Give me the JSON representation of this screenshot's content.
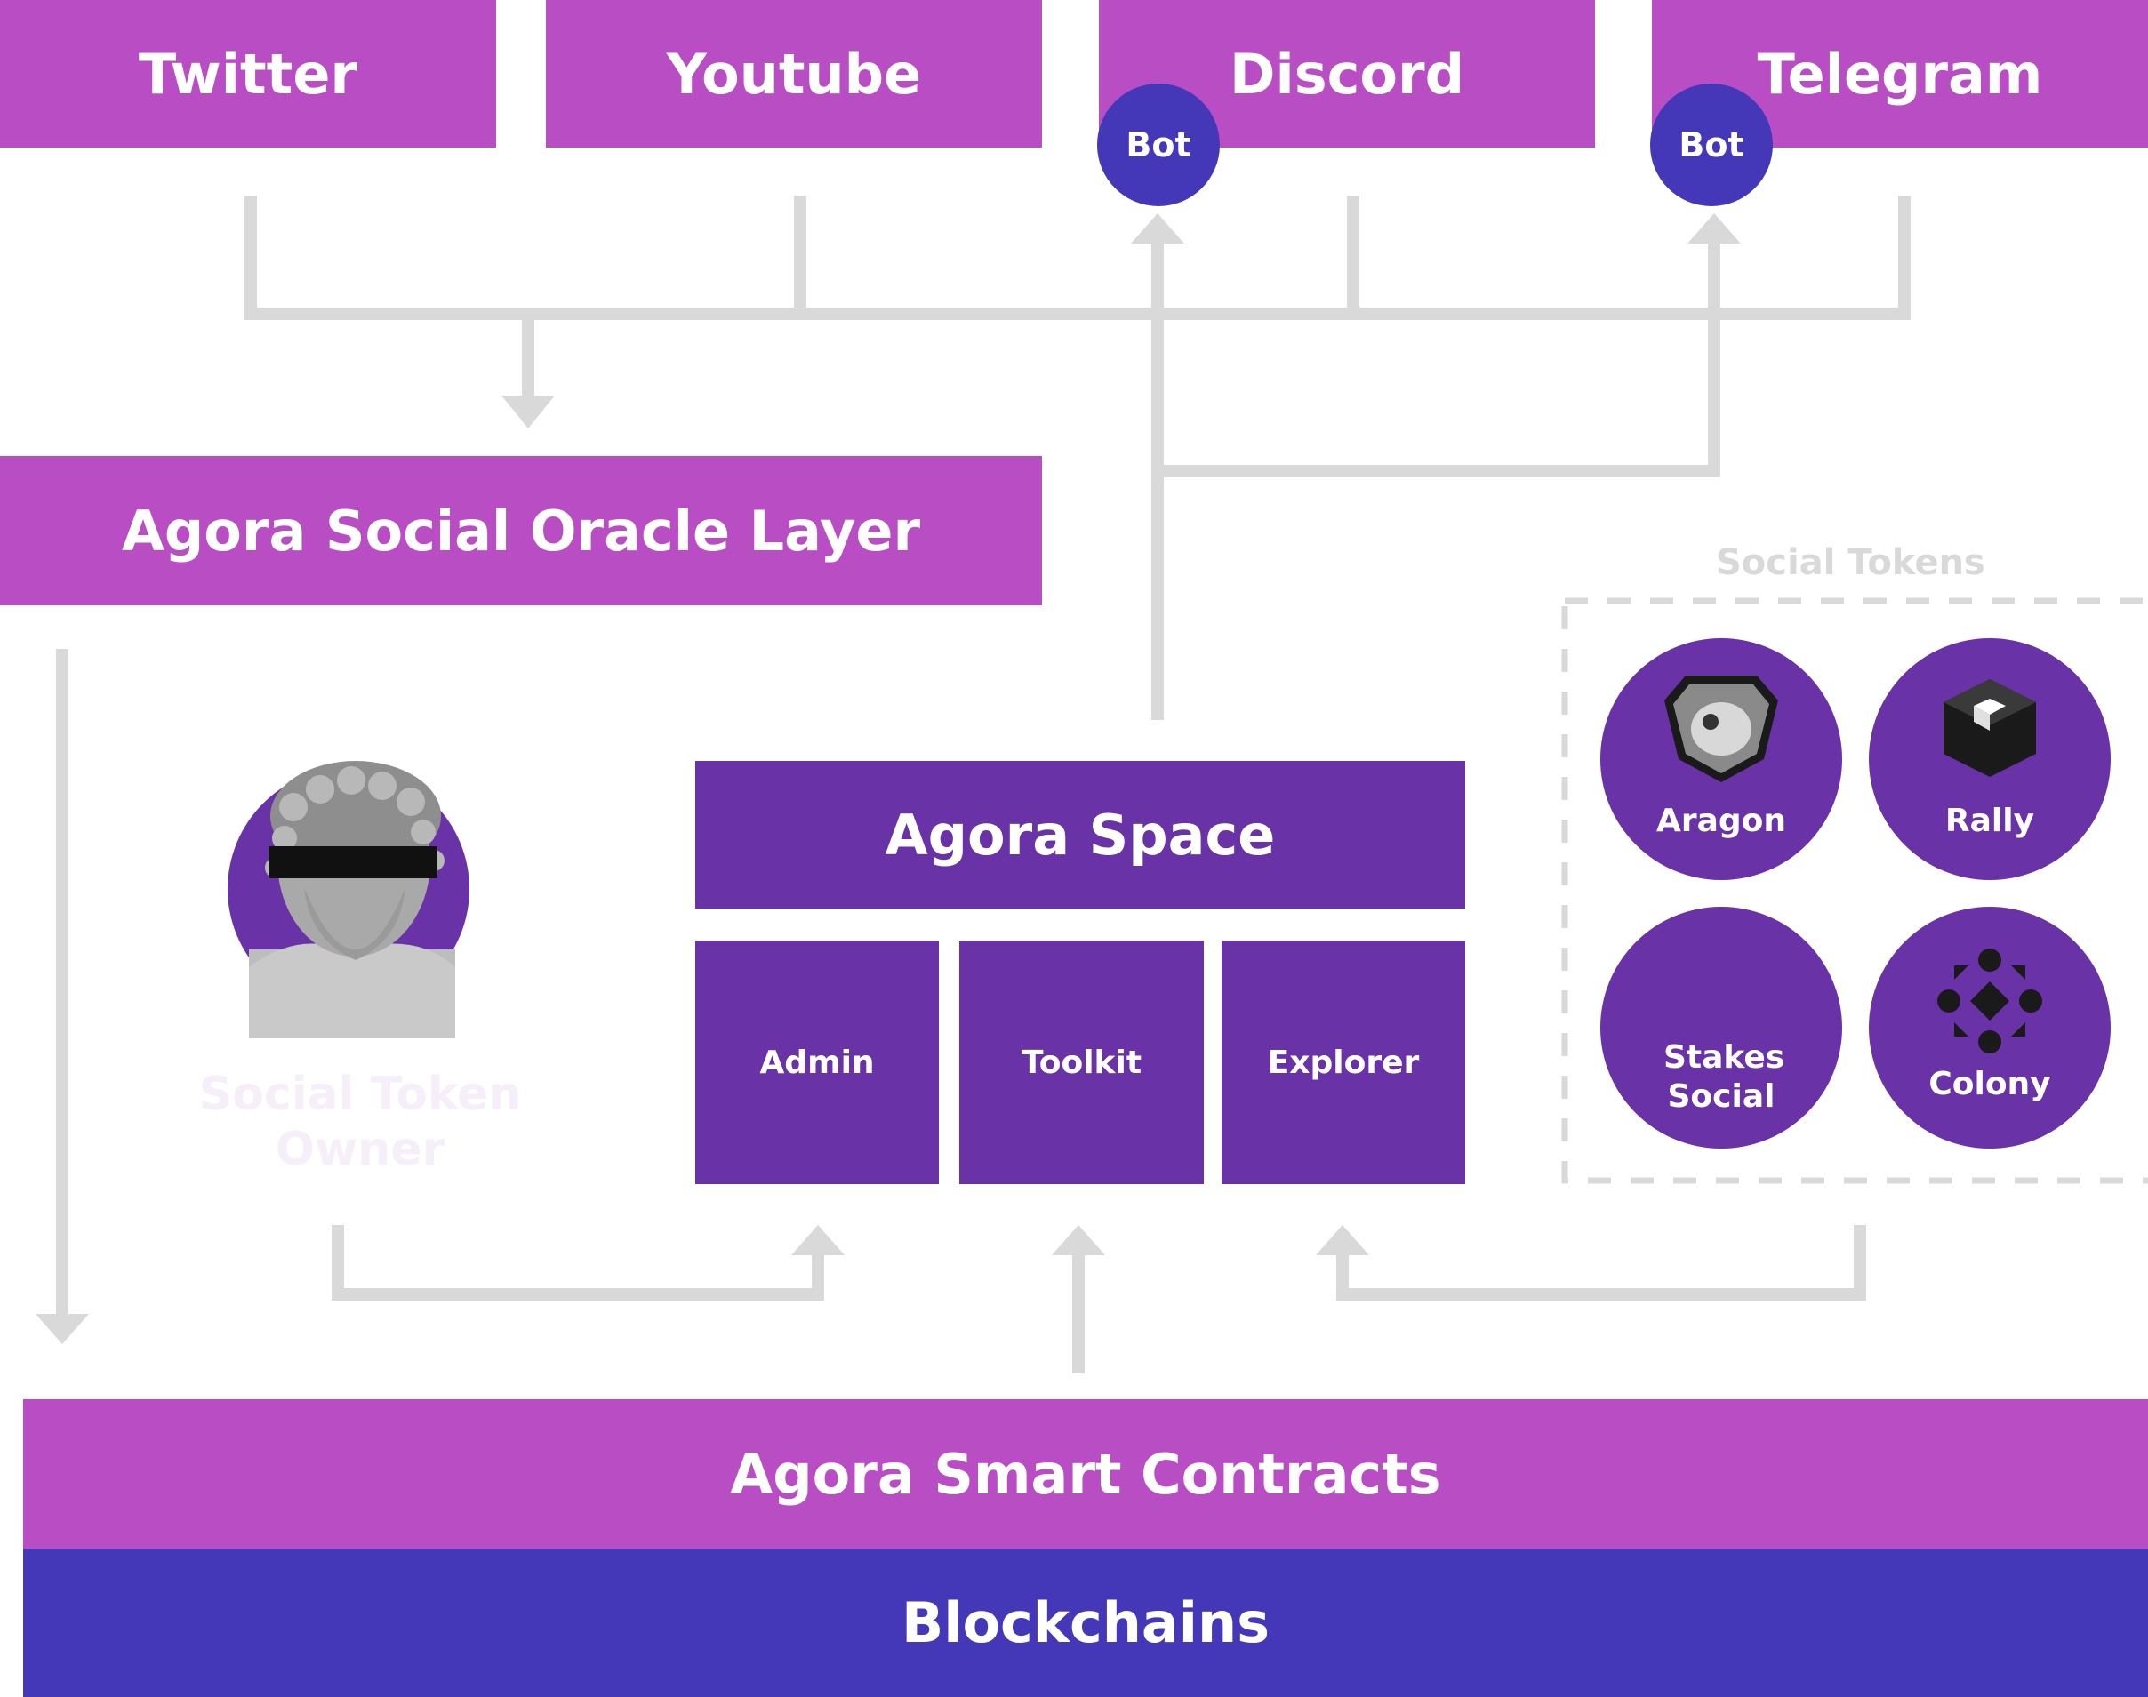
{
  "platforms": {
    "twitter": "Twitter",
    "youtube": "Youtube",
    "discord": "Discord",
    "telegram": "Telegram"
  },
  "bots": {
    "discord_bot": "Bot",
    "telegram_bot": "Bot"
  },
  "oracle_layer": "Agora Social Oracle Layer",
  "owner": {
    "label": "Social Token Owner"
  },
  "space": {
    "title": "Agora Space",
    "modules": [
      "Admin",
      "Toolkit",
      "Explorer"
    ]
  },
  "social_tokens": {
    "group_label": "Social Tokens",
    "tokens": [
      "Aragon",
      "Rally",
      "Stakes Social",
      "Colony"
    ]
  },
  "smart_contracts": "Agora Smart Contracts",
  "blockchains": "Blockchains",
  "colors": {
    "magenta": "#b94ec4",
    "violet": "#6932a6",
    "indigo": "#4538b8",
    "connector": "#d9d9d9"
  }
}
